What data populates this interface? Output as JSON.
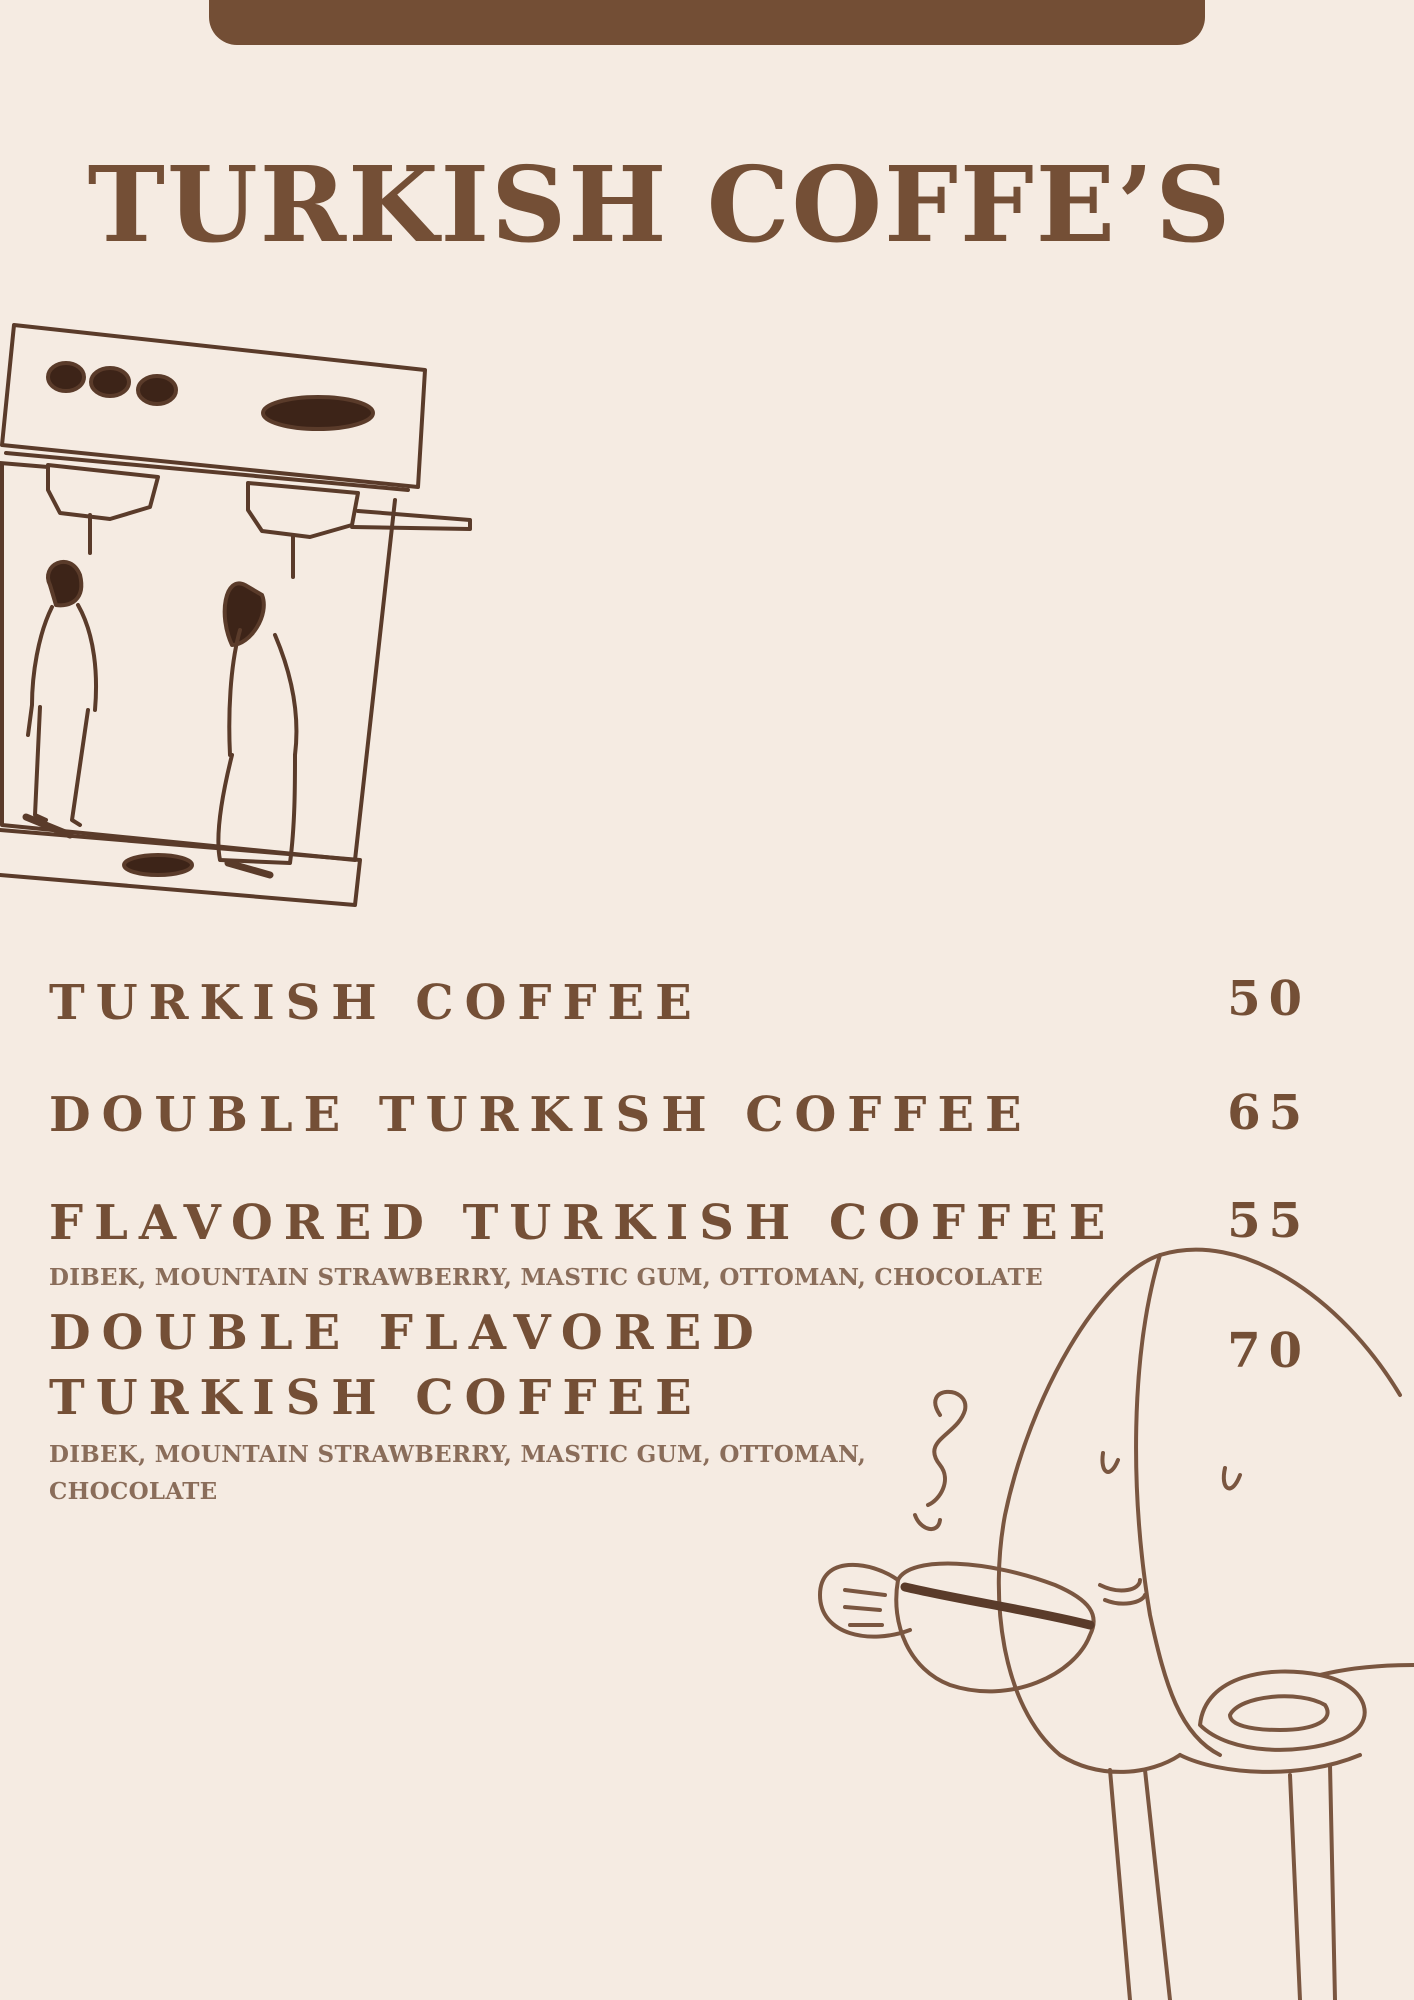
{
  "colors": {
    "background": "#f5ebe2",
    "accent": "#744f36",
    "description": "#8a6d5a"
  },
  "title": "TURKISH COFFE’S",
  "items": [
    {
      "name": "TURKISH COFFEE",
      "price": "50",
      "description": ""
    },
    {
      "name": "DOUBLE TURKISH COFFEE",
      "price": "65",
      "description": ""
    },
    {
      "name": "FLAVORED TURKISH COFFEE",
      "price": "55",
      "description": "DIBEK, MOUNTAIN STRAWBERRY, MASTIC GUM, OTTOMAN, CHOCOLATE"
    },
    {
      "name_line1": "DOUBLE FLAVORED",
      "name_line2": "TURKISH COFFEE",
      "price": "70",
      "description_line1": "DIBEK, MOUNTAIN STRAWBERRY, MASTIC GUM, OTTOMAN,",
      "description_line2": "CHOCOLATE"
    }
  ],
  "illustrations": {
    "top": "espresso-machine-illustration",
    "bottom": "coffee-bean-character-illustration"
  }
}
